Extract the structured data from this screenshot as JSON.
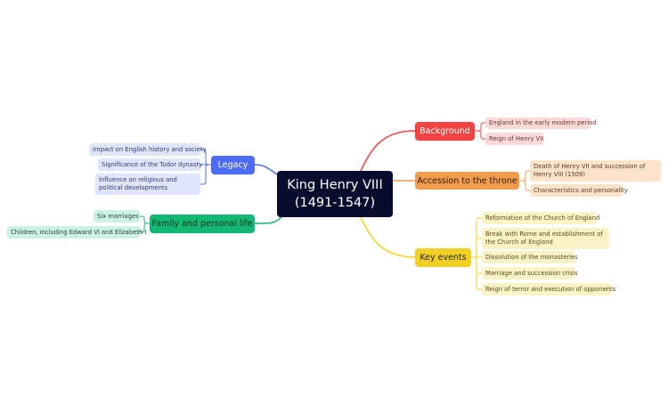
{
  "central": {
    "title": "King Henry VIII",
    "subtitle": "(1491-1547)"
  },
  "branches": {
    "background": {
      "label": "Background",
      "color": "#f34444",
      "items": [
        "England in the early modern period",
        "Reign of Henry VII"
      ]
    },
    "accession": {
      "label": "Accession to the throne",
      "color": "#f49c4d",
      "items": [
        "Death of Henry VII and succession of Henry VIII (1509)",
        "Characteristics and personality"
      ]
    },
    "key_events": {
      "label": "Key events",
      "color": "#f2cf24",
      "items": [
        "Reformation of the Church of England",
        "Break with Rome and establishment of the Church of England",
        "Dissolution of the monasteries",
        "Marriage and succession crisis",
        "Reign of terror and execution of opponents"
      ]
    },
    "legacy": {
      "label": "Legacy",
      "color": "#4d6cf4",
      "items": [
        "Impact on English history and society",
        "Significance of the Tudor dynasty",
        "Influence on religious and political developments"
      ]
    },
    "family": {
      "label": "Family and personal life",
      "color": "#12b873",
      "items": [
        "Six marriages",
        "Children, including Edward VI and Elizabeth I"
      ]
    }
  }
}
